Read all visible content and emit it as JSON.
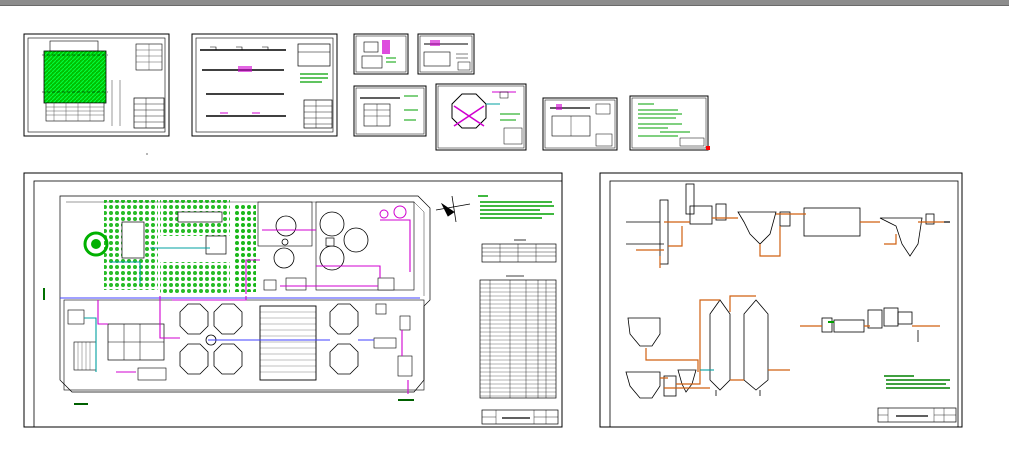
{
  "app": {
    "name": ""
  },
  "colors": {
    "background": "#ffffff",
    "frame": "#000000",
    "hatch": "#00b000",
    "pipe_magenta": "#d000d0",
    "pipe_cyan": "#00a0a0",
    "pipe_orange": "#d06010",
    "pipe_blue": "#4040ff",
    "legend_text": "#00a000",
    "toolbar": "#8c8c8c"
  },
  "sheets": [
    {
      "id": "s1",
      "icon": "plan-green-hatch-icon"
    },
    {
      "id": "s2",
      "icon": "pipe-profile-icon"
    },
    {
      "id": "s3",
      "icon": "detail-small-icon"
    },
    {
      "id": "s4",
      "icon": "detail-small-icon"
    },
    {
      "id": "s5",
      "icon": "section-detail-icon"
    },
    {
      "id": "s6",
      "icon": "octagon-tank-icon"
    },
    {
      "id": "s7",
      "icon": "section-detail-icon"
    },
    {
      "id": "s8",
      "icon": "notes-sheet-icon"
    },
    {
      "id": "s9",
      "icon": "site-plan-icon"
    },
    {
      "id": "s10",
      "icon": "process-flow-icon"
    }
  ]
}
